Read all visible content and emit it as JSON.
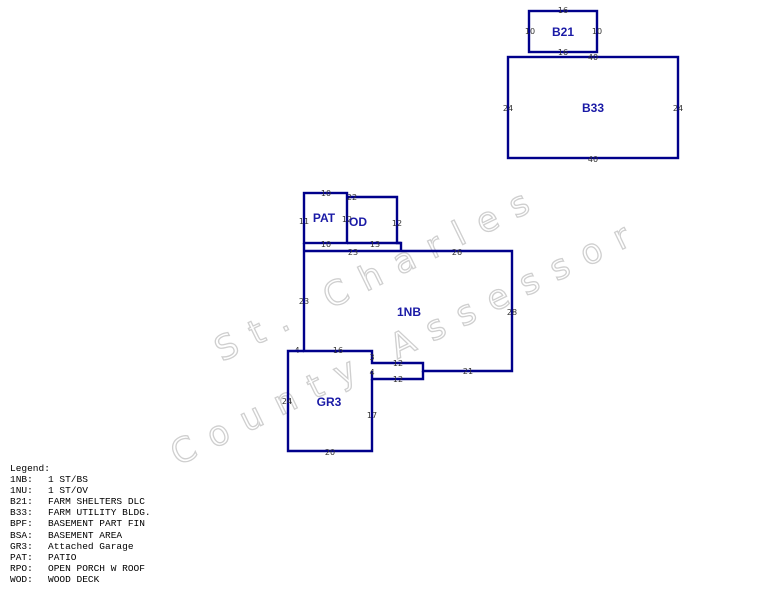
{
  "watermark": {
    "line1": "St. Charles",
    "line2": "County Assessor"
  },
  "areas": [
    {
      "id": "B21",
      "label": "B21"
    },
    {
      "id": "B33",
      "label": "B33"
    },
    {
      "id": "PAT",
      "label": "PAT"
    },
    {
      "id": "OD",
      "label": "OD"
    },
    {
      "id": "1NB",
      "label": "1NB"
    },
    {
      "id": "GR3",
      "label": "GR3"
    }
  ],
  "dimensions": {
    "b21_top": "16",
    "b21_left": "10",
    "b21_right": "10",
    "b21_bottom": "16",
    "b33_top": "40",
    "b33_left": "24",
    "b33_right": "24",
    "b33_bottom": "40",
    "pat_top": "10",
    "pat_left": "11",
    "pat_right": "12",
    "pat_bottom": "10",
    "od_top": "22",
    "od_right": "12",
    "od_bottom": "13",
    "nb_top_left": "23",
    "nb_top_right": "26",
    "nb_right": "28",
    "nb_left": "23",
    "nb_bottom": "21",
    "nb_step1": "4",
    "nb_step2": "16",
    "nb_step3": "3",
    "nb_step4": "4",
    "nb_notch_top": "12",
    "nb_notch_bottom": "12",
    "gr3_left": "24",
    "gr3_bottom": "20",
    "gr3_right": "17"
  },
  "legend": {
    "title": "Legend:",
    "items": [
      {
        "code": "1NB:",
        "desc": "1 ST/BS"
      },
      {
        "code": "1NU:",
        "desc": "1 ST/OV"
      },
      {
        "code": "B21:",
        "desc": "FARM SHELTERS DLC"
      },
      {
        "code": "B33:",
        "desc": "FARM UTILITY BLDG."
      },
      {
        "code": "BPF:",
        "desc": "BASEMENT PART FIN"
      },
      {
        "code": "BSA:",
        "desc": "BASEMENT AREA"
      },
      {
        "code": "GR3:",
        "desc": "Attached Garage"
      },
      {
        "code": "PAT:",
        "desc": "PATIO"
      },
      {
        "code": "RPO:",
        "desc": "OPEN PORCH W ROOF"
      },
      {
        "code": "WOD:",
        "desc": "WOOD DECK"
      }
    ]
  },
  "colors": {
    "line": "#00008b",
    "label": "#1a1aa6",
    "watermark": "#cfcfcf"
  }
}
